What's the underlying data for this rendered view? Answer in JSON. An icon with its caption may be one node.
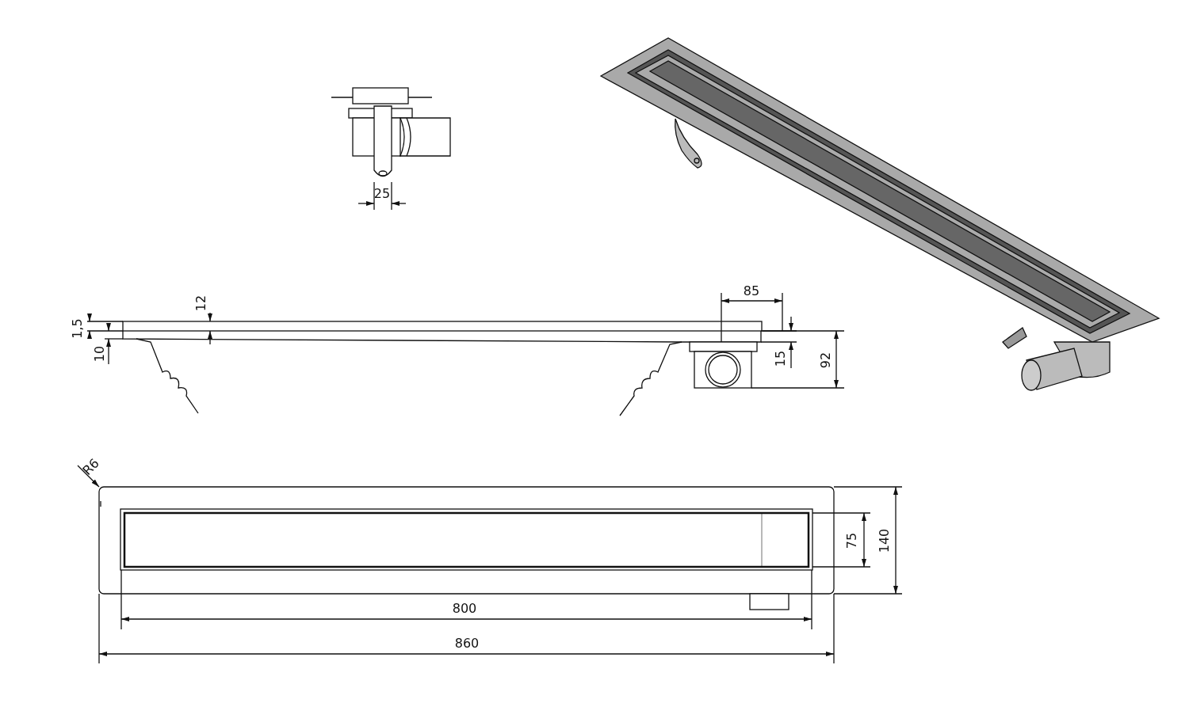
{
  "diagram": {
    "labels": [
      "25",
      "85",
      "12",
      "1,5",
      "10",
      "15",
      "92",
      "R6",
      "75",
      "140",
      "800",
      "860"
    ]
  }
}
